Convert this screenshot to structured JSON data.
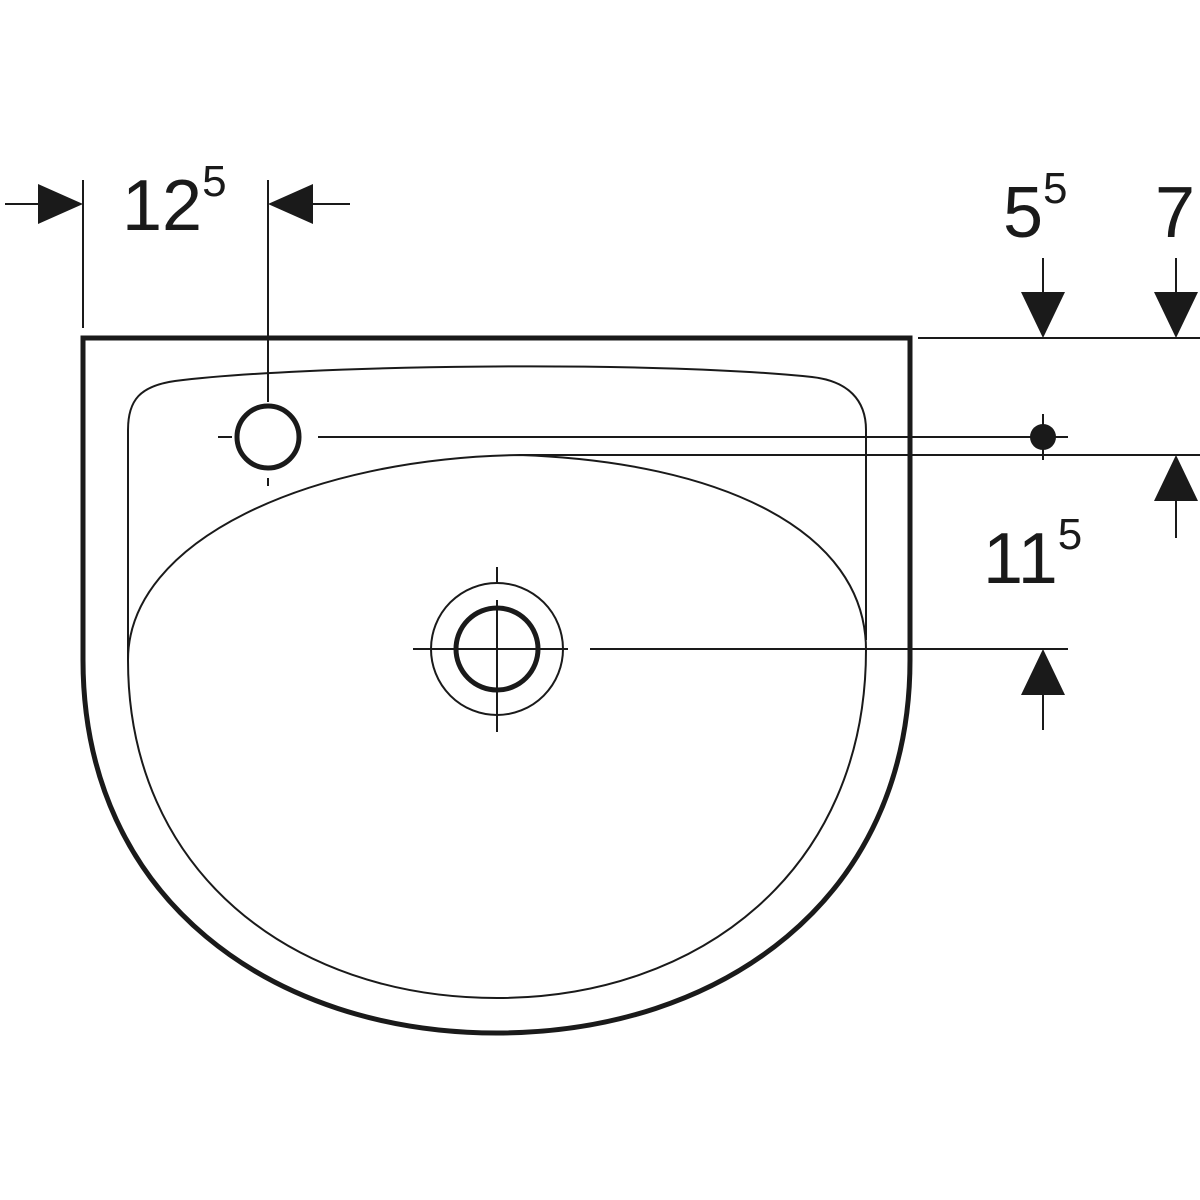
{
  "dimensions": {
    "left_offset": {
      "main": "12",
      "sup": "5"
    },
    "top_small": {
      "main": "5",
      "sup": "5"
    },
    "top_right": {
      "main": "7",
      "sup": ""
    },
    "vertical": {
      "main": "11",
      "sup": "5"
    }
  },
  "colors": {
    "line": "#1a1a1a",
    "background": "#ffffff"
  }
}
